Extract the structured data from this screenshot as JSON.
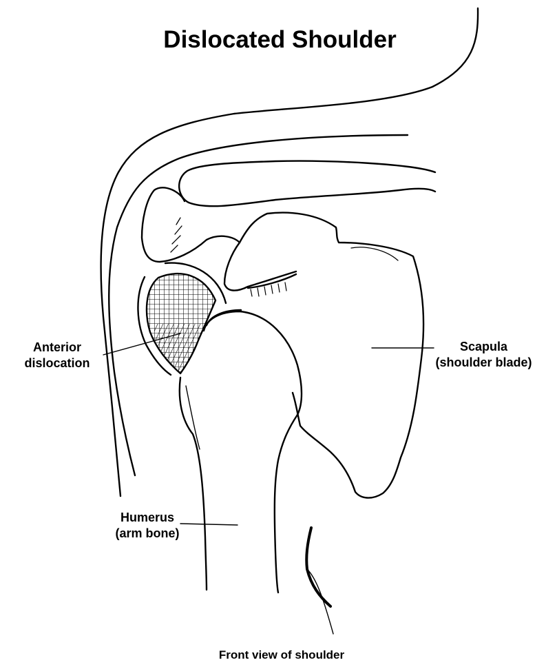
{
  "title": "Dislocated Shoulder",
  "labels": {
    "anterior": [
      "Anterior",
      "dislocation"
    ],
    "scapula": [
      "Scapula",
      "(shoulder blade)"
    ],
    "humerus": [
      "Humerus",
      "(arm bone)"
    ]
  },
  "caption": "Front view of shoulder",
  "colors": {
    "ink": "#000000",
    "background": "#ffffff"
  }
}
